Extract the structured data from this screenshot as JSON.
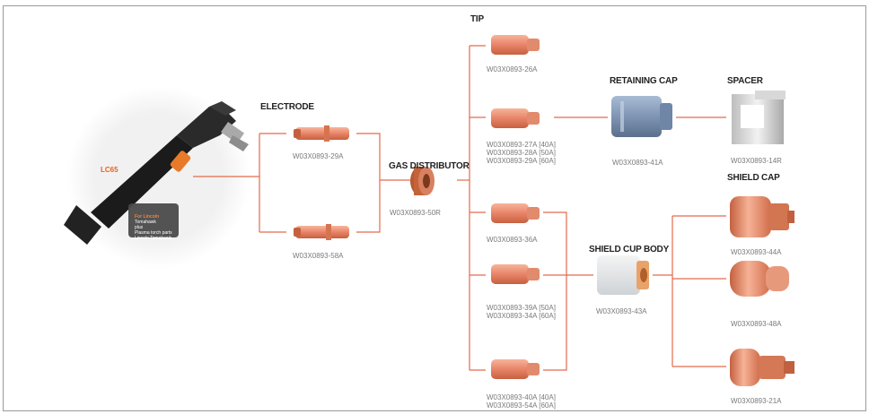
{
  "colors": {
    "line": "#e36a4c",
    "copper": "#e58a6a",
    "copper_dark": "#c25a38",
    "cap_blue": "#8aa3c0",
    "label": "#222222",
    "part_no": "#7a7a7a"
  },
  "torch": {
    "model": "LC65",
    "spec_title": "For Lincoln",
    "spec_lines": [
      "Tomahawk",
      "plus",
      "Plasma torch parts",
      "Lincoln Tomahawk"
    ]
  },
  "labels": {
    "electrode": "ELECTRODE",
    "gas_distributor": "GAS DISTRIBUTOR",
    "tip": "TIP",
    "retaining_cap": "RETAINING CAP",
    "spacer": "SPACER",
    "shield_cup_body": "SHIELD CUP BODY",
    "shield_cap": "SHIELD CAP"
  },
  "part_numbers": {
    "electrode_top": "W03X0893-29A",
    "electrode_bottom": "W03X0893-58A",
    "gas_distributor": "W03X0893-50R",
    "tip_1": "W03X0893-26A",
    "tip_2": [
      "W03X0893-27A [40A]",
      "W03X0893-28A [50A]",
      "W03X0893-29A [60A]"
    ],
    "tip_3": "W03X0893-36A",
    "tip_4": [
      "W03X0893-39A [50A]",
      "W03X0893-34A [60A]"
    ],
    "tip_5": [
      "W03X0893-40A [40A]",
      "W03X0893-54A [60A]"
    ],
    "retaining_cap": "W03X0893-41A",
    "spacer": "W03X0893-14R",
    "shield_cup_body": "W03X0893-43A",
    "shield_cap_1": "W03X0893-44A",
    "shield_cap_2": "W03X0893-48A",
    "shield_cap_3": "W03X0893-21A"
  }
}
